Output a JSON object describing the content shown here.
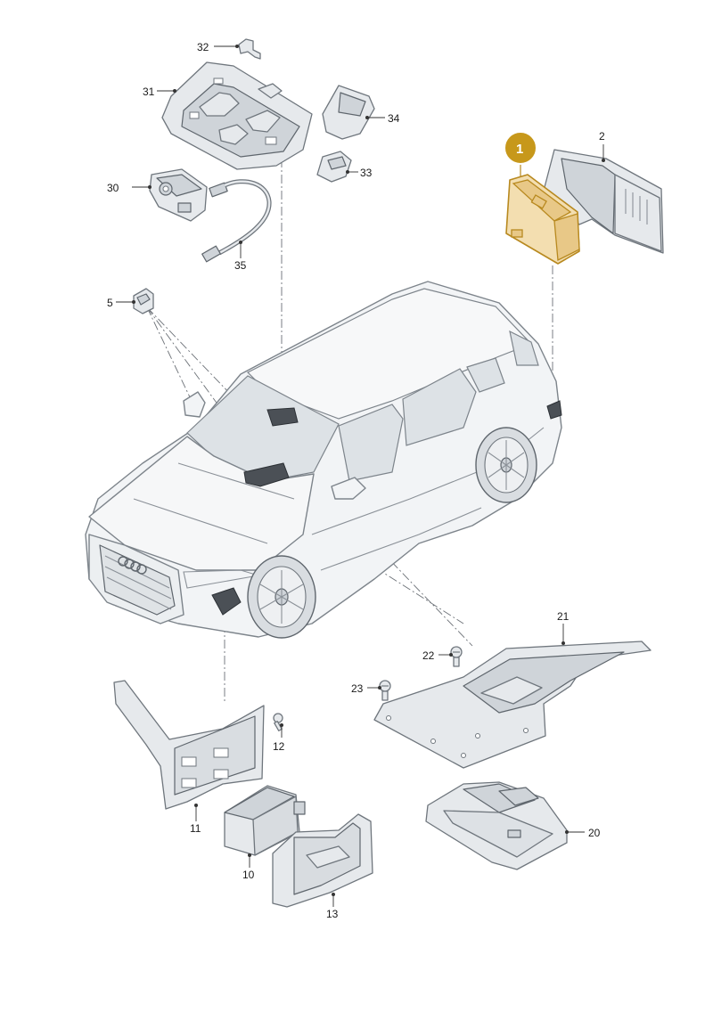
{
  "diagram": {
    "selected_callout": "1",
    "callouts": [
      "1",
      "2",
      "5",
      "10",
      "11",
      "12",
      "13",
      "20",
      "21",
      "22",
      "23",
      "30",
      "31",
      "32",
      "33",
      "34",
      "35"
    ],
    "colors": {
      "selected_fill": "#f3deb0",
      "selected_stroke": "#b8891f",
      "badge": "#c7981b",
      "part": "#e6e9ec",
      "outline": "#6f767d"
    }
  }
}
